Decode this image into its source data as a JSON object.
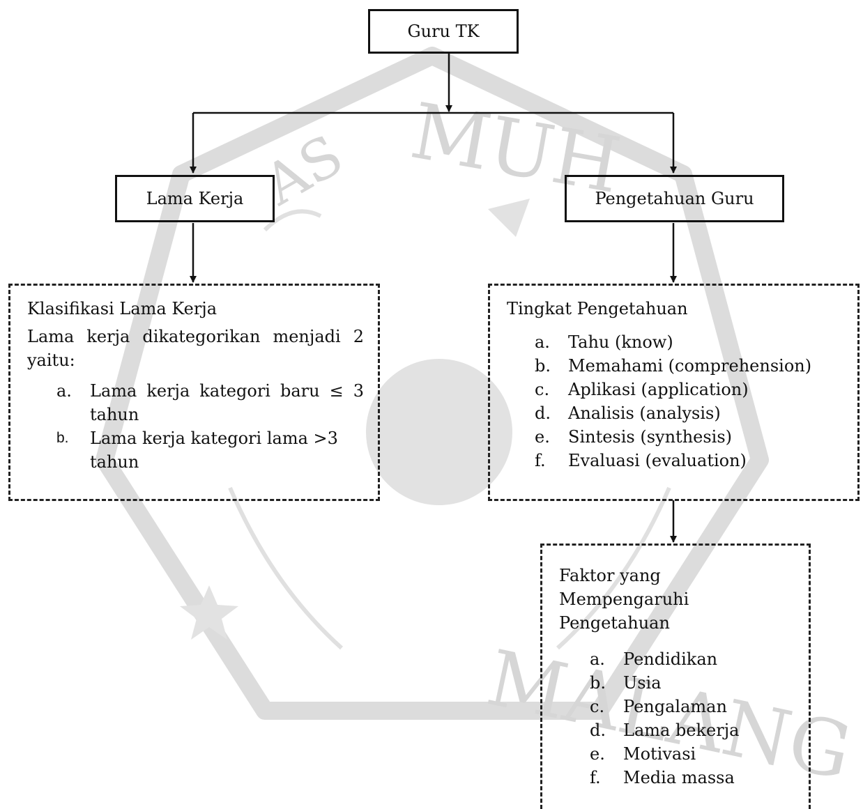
{
  "root": {
    "label": "Guru TK"
  },
  "left": {
    "title": "Lama Kerja",
    "detail_heading": "Klasifikasi Lama Kerja",
    "detail_text": "Lama kerja dikategorikan menjadi 2 yaitu:",
    "items": [
      {
        "marker": "a.",
        "text": "Lama kerja kategori baru ≤ 3 tahun"
      },
      {
        "marker": "b.",
        "text": "Lama kerja kategori lama >3 tahun"
      }
    ]
  },
  "right": {
    "title": "Pengetahuan Guru",
    "detail_heading": "Tingkat Pengetahuan",
    "items": [
      {
        "marker": "a.",
        "text": "Tahu (know)"
      },
      {
        "marker": "b.",
        "text": "Memahami (comprehension)"
      },
      {
        "marker": "c.",
        "text": "Aplikasi (application)"
      },
      {
        "marker": "d.",
        "text": "Analisis (analysis)"
      },
      {
        "marker": "e.",
        "text": "Sintesis (synthesis)"
      },
      {
        "marker": "f.",
        "text": "Evaluasi (evaluation)"
      }
    ]
  },
  "factors": {
    "heading": "Faktor yang Mempengaruhi Pengetahuan",
    "items": [
      {
        "marker": "a.",
        "text": "Pendidikan"
      },
      {
        "marker": "b.",
        "text": "Usia"
      },
      {
        "marker": "c.",
        "text": "Pengalaman"
      },
      {
        "marker": "d.",
        "text": "Lama bekerja"
      },
      {
        "marker": "e.",
        "text": "Motivasi"
      },
      {
        "marker": "f.",
        "text": "Media massa"
      }
    ]
  },
  "watermark": {
    "top_text": "MUH",
    "bottom_text": "MALANG",
    "left_text": "AS",
    "color": "#d9d9d9"
  }
}
